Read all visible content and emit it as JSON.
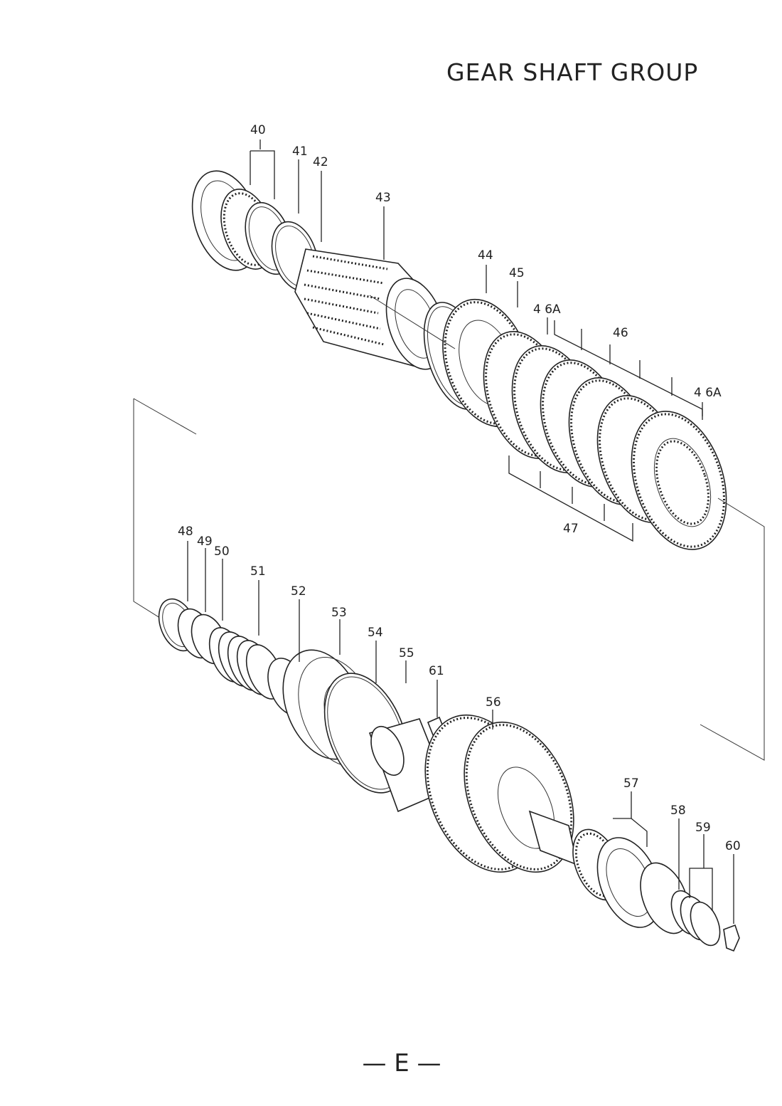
{
  "title": "GEAR SHAFT GROUP",
  "footer": "— E —",
  "callouts": {
    "c40": "40",
    "c41": "41",
    "c42": "42",
    "c43": "43",
    "c44": "44",
    "c45": "45",
    "c46a_top": "4 6A",
    "c46": "46",
    "c46a_right": "4 6A",
    "c47": "47",
    "c48": "48",
    "c49": "49",
    "c50": "50",
    "c51": "51",
    "c52": "52",
    "c53": "53",
    "c54": "54",
    "c55": "55",
    "c61": "61",
    "c56": "56",
    "c57": "57",
    "c58": "58",
    "c59": "59",
    "c60": "60"
  }
}
